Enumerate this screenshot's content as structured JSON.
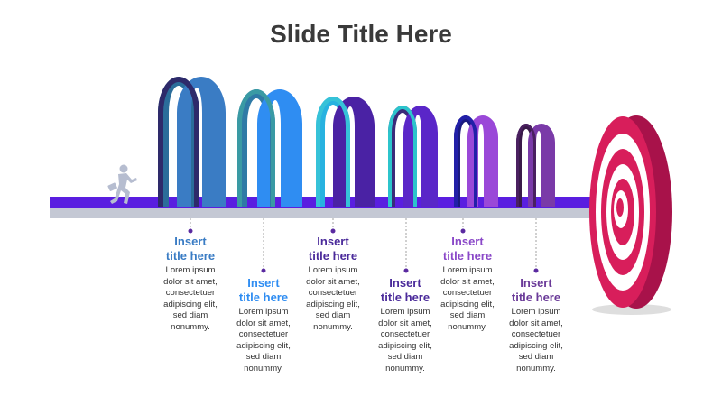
{
  "slide": {
    "title": "Slide Title Here"
  },
  "steps": [
    {
      "heading_line1": "Insert",
      "heading_line2": "title here",
      "body_lines": [
        "Lorem ipsum",
        "dolor sit amet,",
        "consectetuer",
        "adipiscing elit,",
        "sed diam",
        "nonummy."
      ],
      "color": "#3a7cc4"
    },
    {
      "heading_line1": "Insert",
      "heading_line2": "title here",
      "body_lines": [
        "Lorem ipsum",
        "dolor sit amet,",
        "consectetuer",
        "adipiscing elit,",
        "sed diam",
        "nonummy."
      ],
      "color": "#2f8df2"
    },
    {
      "heading_line1": "Insert",
      "heading_line2": "title here",
      "body_lines": [
        "Lorem ipsum",
        "dolor sit amet,",
        "consectetuer",
        "adipiscing elit,",
        "sed diam",
        "nonummy."
      ],
      "color": "#4a2a9a"
    },
    {
      "heading_line1": "Insert",
      "heading_line2": "title here",
      "body_lines": [
        "Lorem ipsum",
        "dolor sit amet,",
        "consectetuer",
        "adipiscing elit,",
        "sed diam",
        "nonummy."
      ],
      "color": "#4a2a9a"
    },
    {
      "heading_line1": "Insert",
      "heading_line2": "title here",
      "body_lines": [
        "Lorem ipsum",
        "dolor sit amet,",
        "consectetuer",
        "adipiscing elit,",
        "sed diam",
        "nonummy."
      ],
      "color": "#8a48c8"
    },
    {
      "heading_line1": "Insert",
      "heading_line2": "title here",
      "body_lines": [
        "Lorem ipsum",
        "dolor sit amet,",
        "consectetuer",
        "adipiscing elit,",
        "sed diam",
        "nonummy."
      ],
      "color": "#6a3a98"
    }
  ],
  "icons": {
    "runner": "running-businessman-icon",
    "target": "bullseye-target-icon"
  },
  "colors": {
    "arrow_top": "#5a1ee0",
    "arrow_bottom": "#c4c8d4",
    "target_red": "#d81e5b",
    "target_dark": "#a8124a"
  }
}
